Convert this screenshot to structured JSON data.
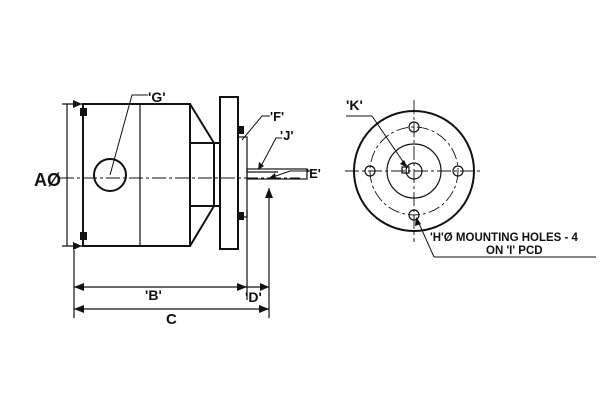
{
  "labels": {
    "a_dia": "AØ",
    "g": "'G'",
    "f": "'F'",
    "j": "'J'",
    "e": "'E'",
    "b": "'B'",
    "d": "'D'",
    "c": "C",
    "k": "'K'",
    "holes_line1": "'H'Ø MOUNTING HOLES - 4",
    "holes_line2": "ON 'I' PCD"
  }
}
